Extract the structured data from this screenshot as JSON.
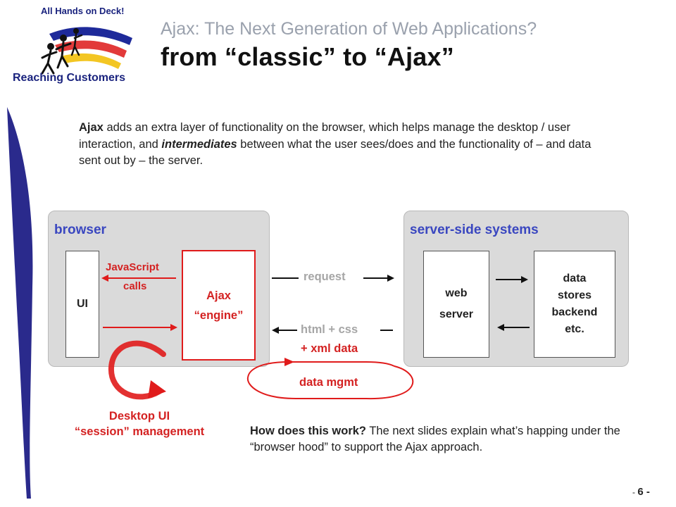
{
  "logo": {
    "tagline": "All Hands on Deck!",
    "caption": "Reaching Customers",
    "icon": "people-on-flag-logo"
  },
  "header": {
    "subtitle": "Ajax: The Next Generation of Web Applications?",
    "title": "from “classic” to “Ajax”"
  },
  "intro": {
    "p1_bold": "Ajax",
    "p1_text": " adds an extra layer of functionality on the browser, which helps manage the desktop / user interaction, and ",
    "p1_italic": "intermediates",
    "p1_rest": " between what the user sees/does and the functionality of – and data sent out by –  the server."
  },
  "diagram": {
    "browser_label": "browser",
    "server_label": "server-side systems",
    "ui_box": "UI",
    "engine_line1": "Ajax",
    "engine_line2": "“engine”",
    "js_label": "JavaScript",
    "calls_label": "calls",
    "request_label": "request",
    "html_label": "html + css",
    "xml_label": "+ xml data",
    "mgmt_label": "data mgmt",
    "web_line1": "web",
    "web_line2": "server",
    "data_line1": "data",
    "data_line2": "stores",
    "data_line3": "backend",
    "data_line4": "etc.",
    "desktop_line1": "Desktop UI",
    "desktop_line2": "“session” management"
  },
  "outro": {
    "bold": "How does this work?",
    "text": "  The next slides explain what’s happing under the “browser hood” to support the Ajax approach."
  },
  "footer": {
    "page_prefix": "- ",
    "page_number": "6",
    "page_suffix": " -"
  },
  "colors": {
    "accent_red": "#e01b1b",
    "accent_blue": "#3a47c0",
    "gray_text": "#a6a6a6",
    "swoosh_navy": "#2a2a8c"
  }
}
